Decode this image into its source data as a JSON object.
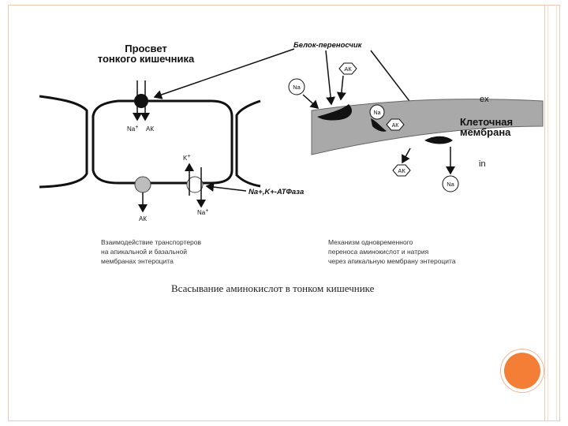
{
  "colors": {
    "frame": "#f2c9b0",
    "accent": "#f47e36",
    "membrane": "#a9a9a9",
    "ink": "#111111"
  },
  "left_panel": {
    "lumen_title_line1": "Просвет",
    "lumen_title_line2": "тонкого кишечника",
    "na_plus": "Na",
    "ak_top": "АК",
    "k_plus": "K",
    "ak_bottom": "АК",
    "na_bottom": "Na",
    "atpase_label": "Na+,K+-АТФаза",
    "caption_lines": [
      "Взаимодействие транспортеров",
      "на апикальной и базальной",
      "мембранах энтероцита"
    ]
  },
  "right_panel": {
    "carrier_label": "Белок-переносчик",
    "na_label": "Na",
    "ak_label": "АК",
    "ex_label": "ex",
    "in_label": "in",
    "membrane_title_line1": "Клеточная",
    "membrane_title_line2": "мембрана",
    "caption_lines": [
      "Механизм одновременного",
      "переноса аминокислот и натрия",
      "через апикальную мембрану энтероцита"
    ]
  },
  "figure_caption": "Всасывание аминокислот в тонком кишечнике"
}
